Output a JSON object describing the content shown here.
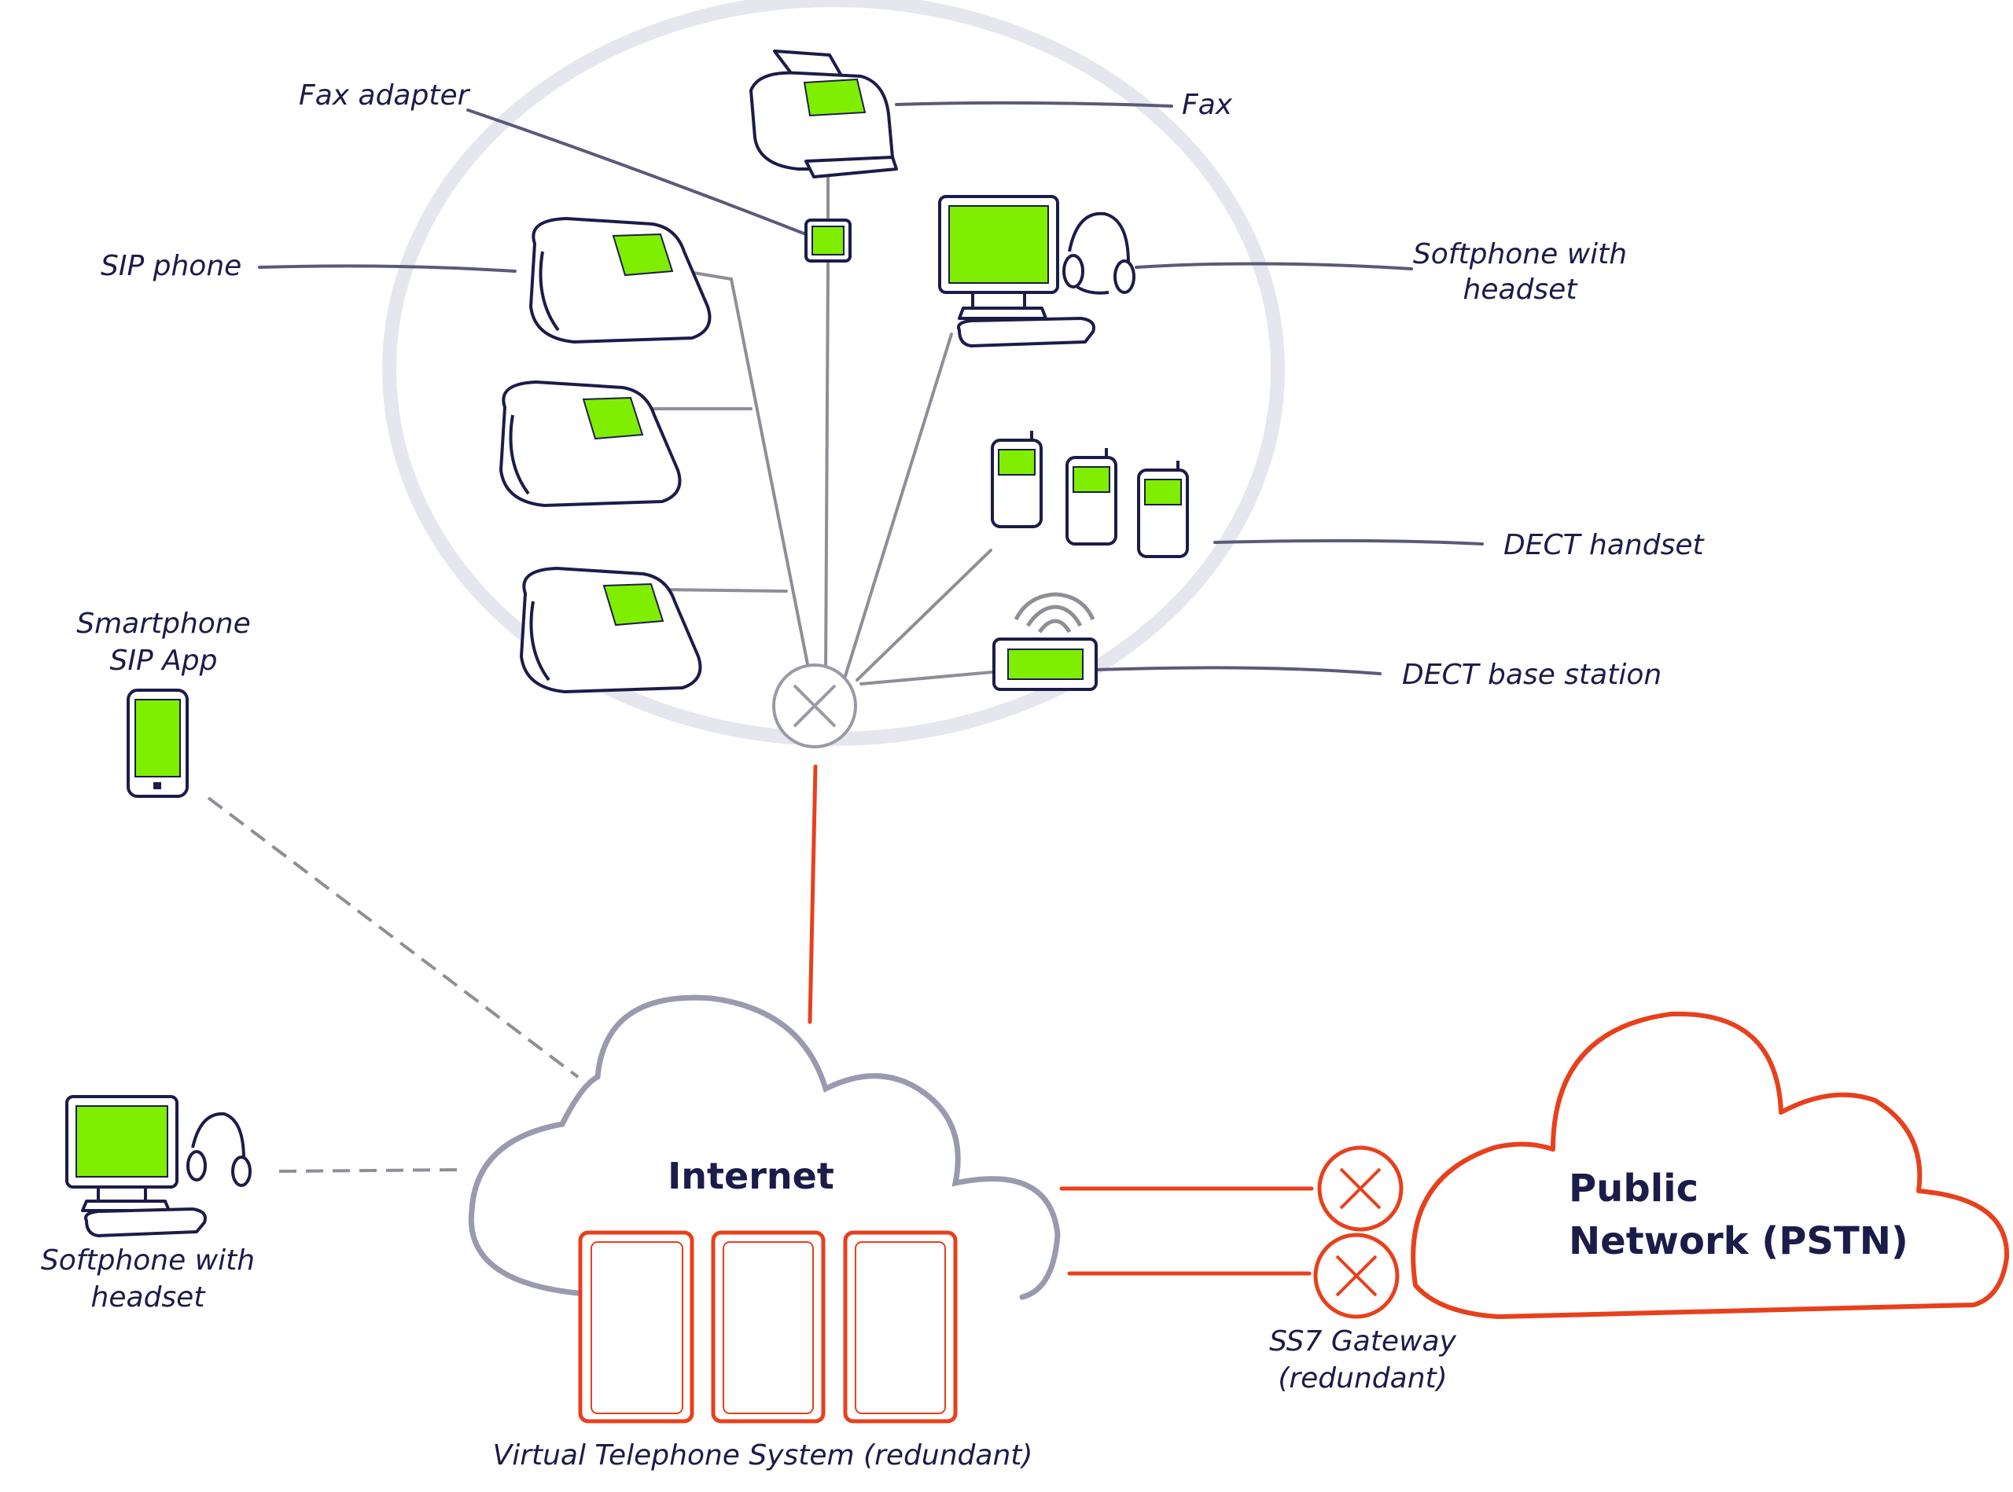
{
  "labels": {
    "fax_adapter": "Fax adapter",
    "fax": "Fax",
    "sip_phone": "SIP phone",
    "softphone_top_1": "Softphone with",
    "softphone_top_2": "headset",
    "dect_handset": "DECT handset",
    "dect_base": "DECT base station",
    "smartphone_1": "Smartphone",
    "smartphone_2": "SIP App",
    "softphone_left_1": "Softphone with",
    "softphone_left_2": "headset",
    "internet": "Internet",
    "pstn_1": "Public",
    "pstn_2": "Network (PSTN)",
    "ss7_1": "SS7 Gateway",
    "ss7_2": "(redundant)",
    "vts": "Virtual Telephone System (redundant)"
  },
  "colors": {
    "accent_screen": "#80ee00",
    "outline": "#1c1c4a",
    "pstn_orange": "#e8401c",
    "office_circle": "#e6e6ee",
    "internet_cloud": "#9a9aae"
  },
  "icons": [
    "fax-machine-icon",
    "fax-adapter-icon",
    "desk-phone-icon",
    "computer-with-headset-icon",
    "dect-handset-icon",
    "dect-base-station-icon",
    "smartphone-icon",
    "router-icon",
    "gateway-icon",
    "server-icon"
  ]
}
